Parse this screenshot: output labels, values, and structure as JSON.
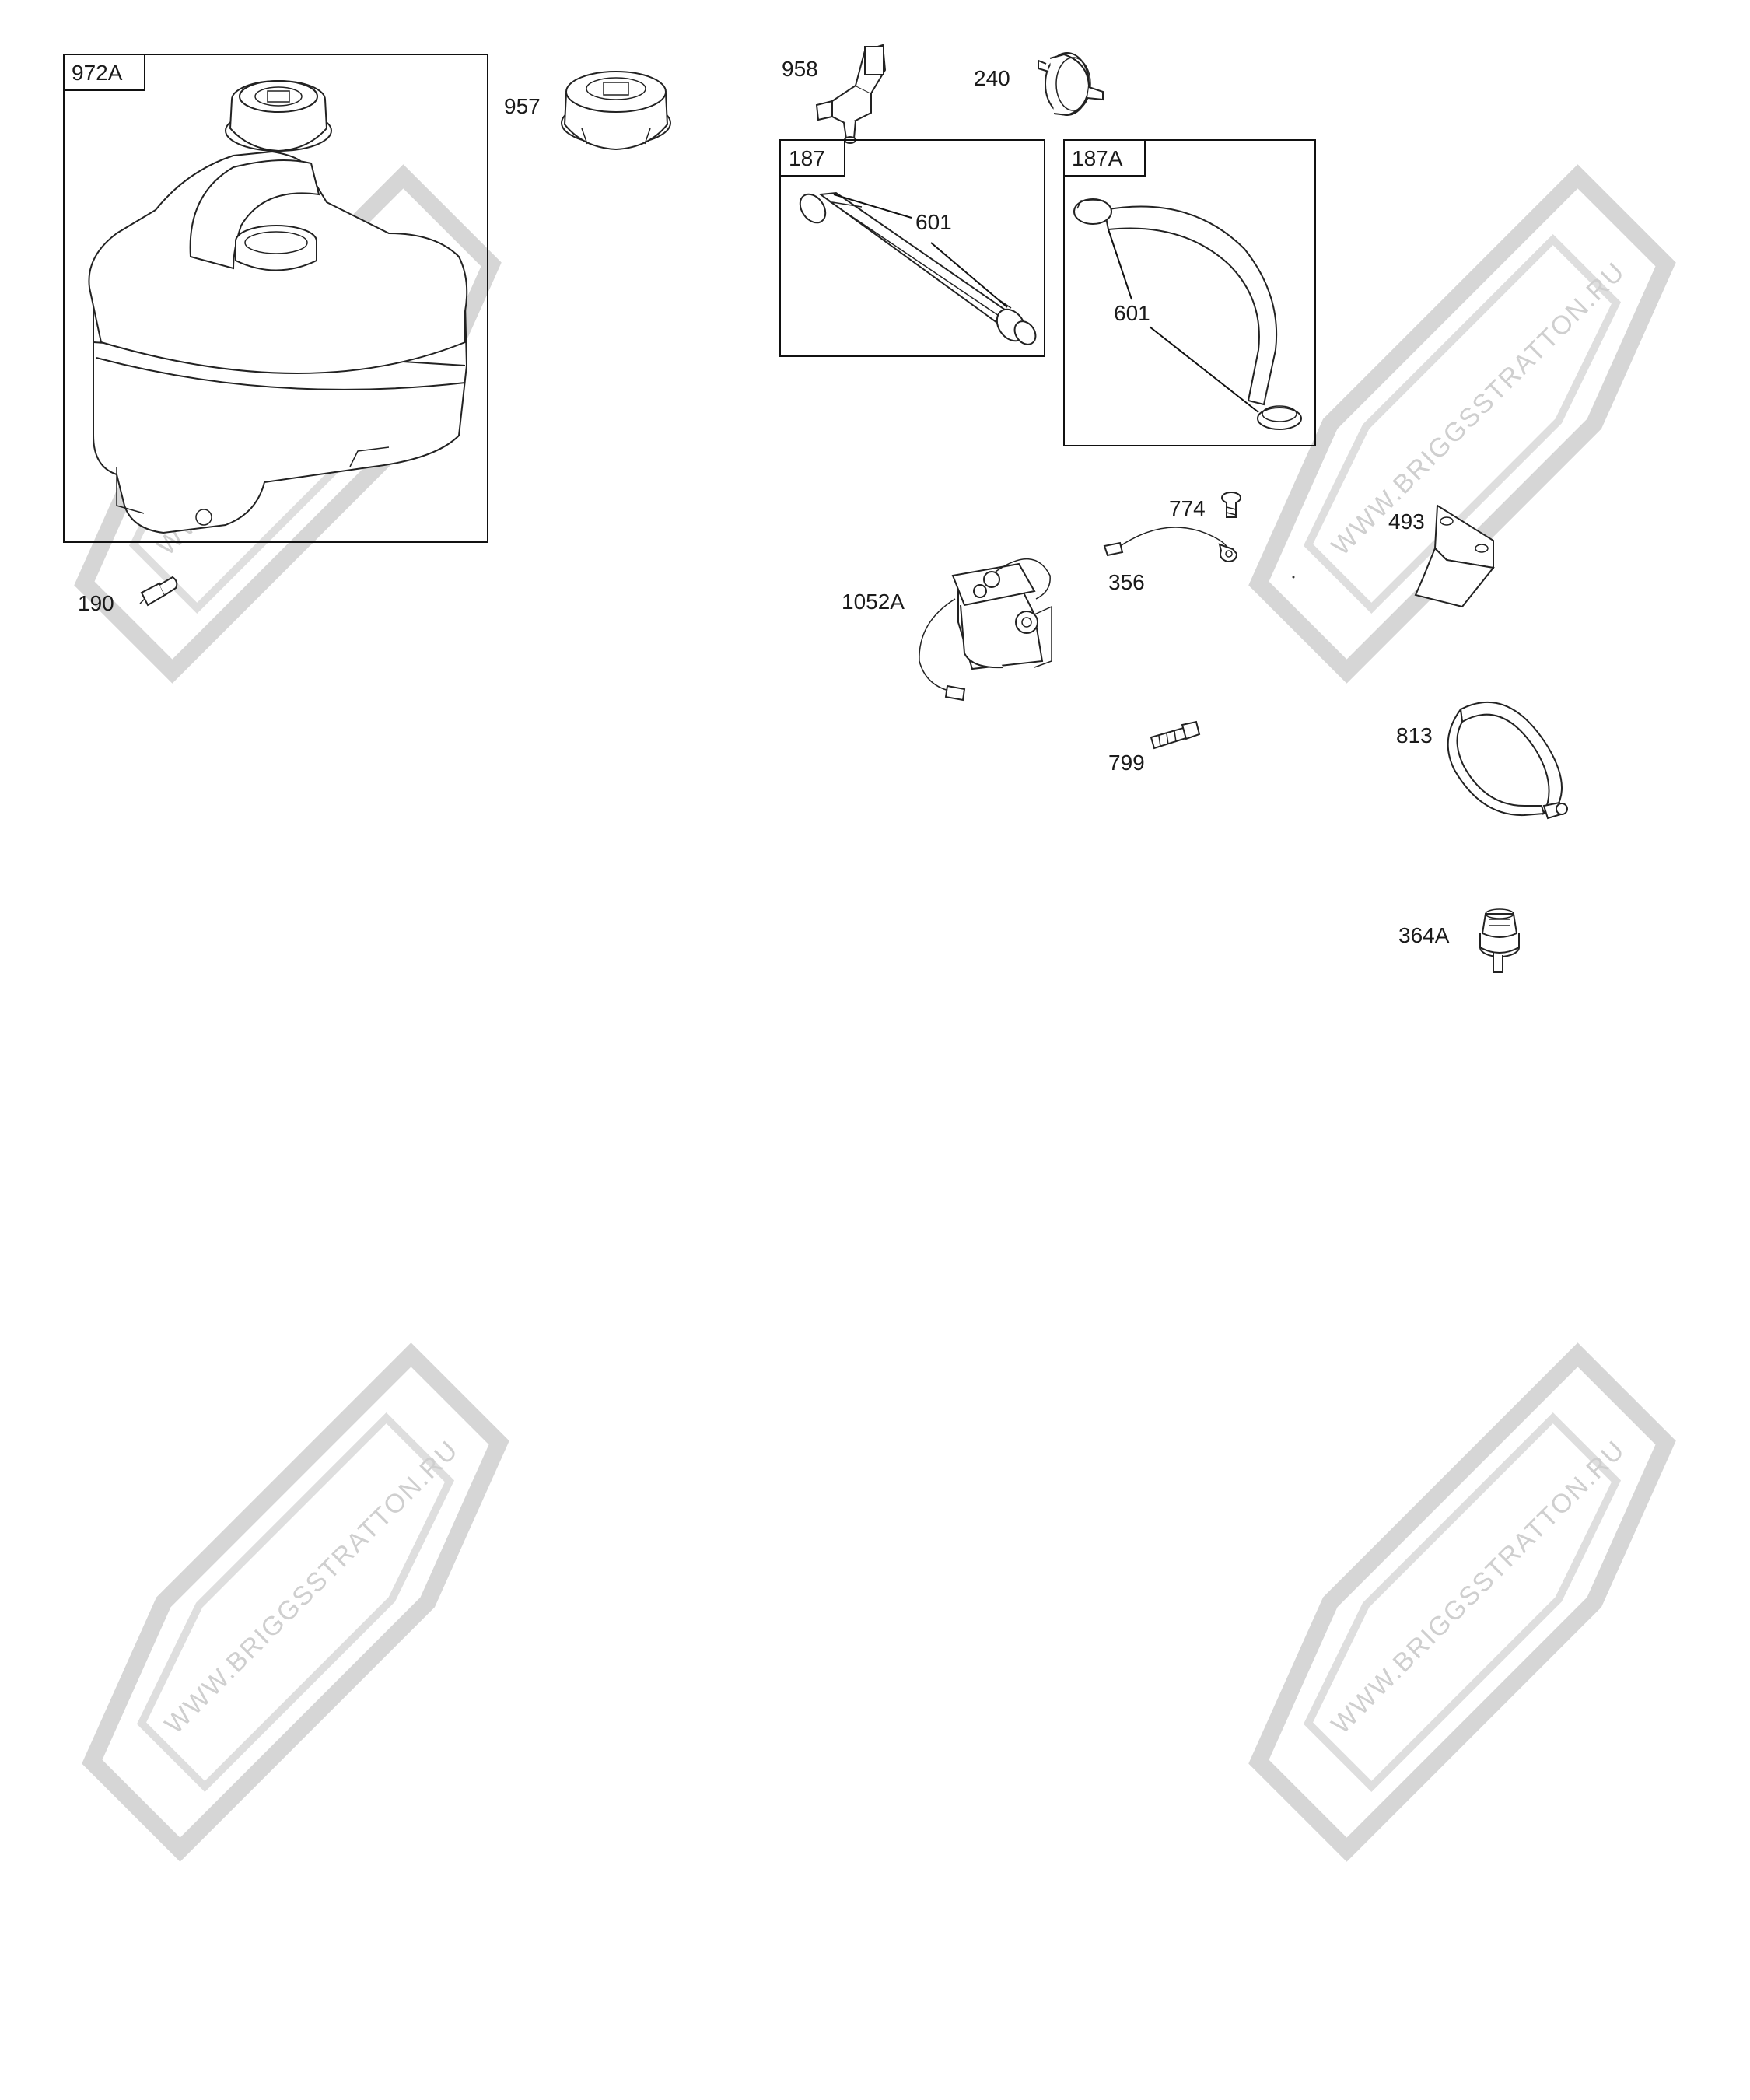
{
  "watermark": {
    "text": "WWW.BRIGGSSTRATTON.RU",
    "color": "#d6d6d6"
  },
  "boxes": [
    {
      "id": "972A",
      "label": "972A"
    },
    {
      "id": "187",
      "label": "187"
    },
    {
      "id": "187A",
      "label": "187A"
    }
  ],
  "labels": {
    "p957": "957",
    "p958": "958",
    "p240": "240",
    "p601a": "601",
    "p601b": "601",
    "p190": "190",
    "p774": "774",
    "p356": "356",
    "p493": "493",
    "p1052A": "1052A",
    "p799": "799",
    "p813": "813",
    "p364A": "364A"
  }
}
